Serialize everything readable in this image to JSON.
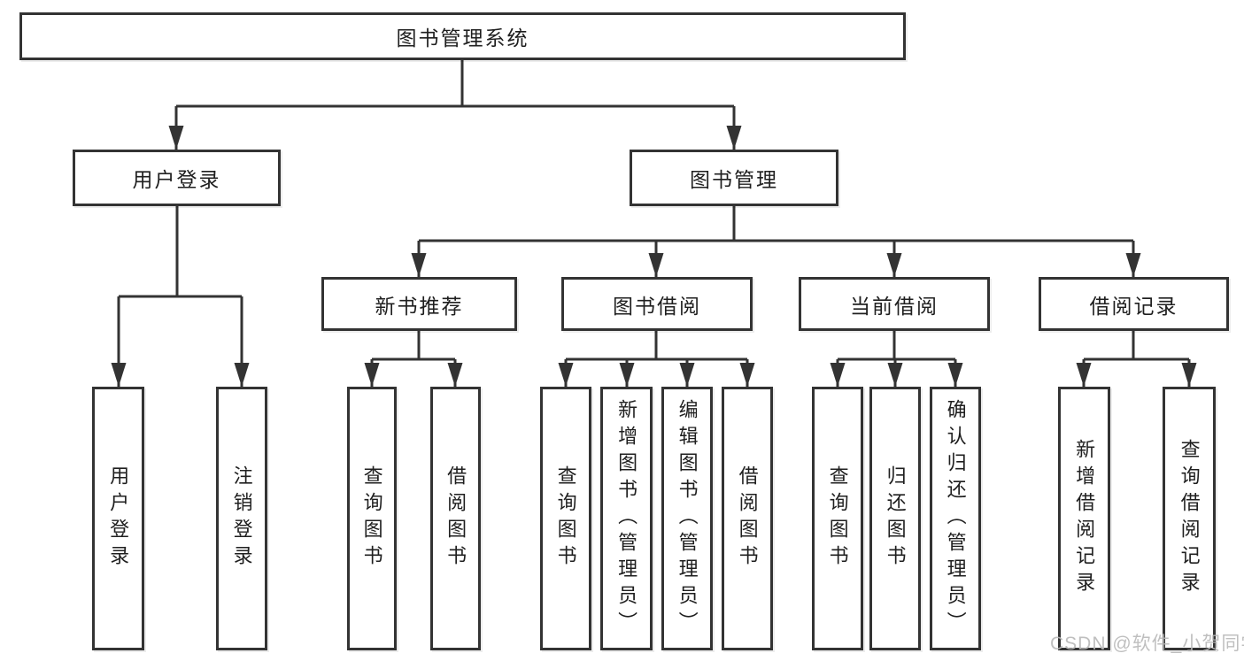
{
  "diagram": {
    "title": "图书管理系统",
    "level2": {
      "user_login": "用户登录",
      "book_management": "图书管理"
    },
    "level3": {
      "new_book_recommend": "新书推荐",
      "book_borrow": "图书借阅",
      "current_borrow": "当前借阅",
      "borrow_record": "借阅记录"
    },
    "leaves": [
      "用户登录",
      "注销登录",
      "查询图书",
      "借阅图书",
      "查询图书",
      "新增图书（管理员）",
      "编辑图书（管理员）",
      "借阅图书",
      "查询图书",
      "归还图书",
      "确认归还（管理员）",
      "新增借阅记录",
      "查询借阅记录"
    ]
  },
  "watermark": "CSDN @软件_小贺同学",
  "colors": {
    "line": "#333333",
    "box_background": "#ffffff",
    "text": "#1f1f1f",
    "watermark": "#b9b9b9"
  }
}
